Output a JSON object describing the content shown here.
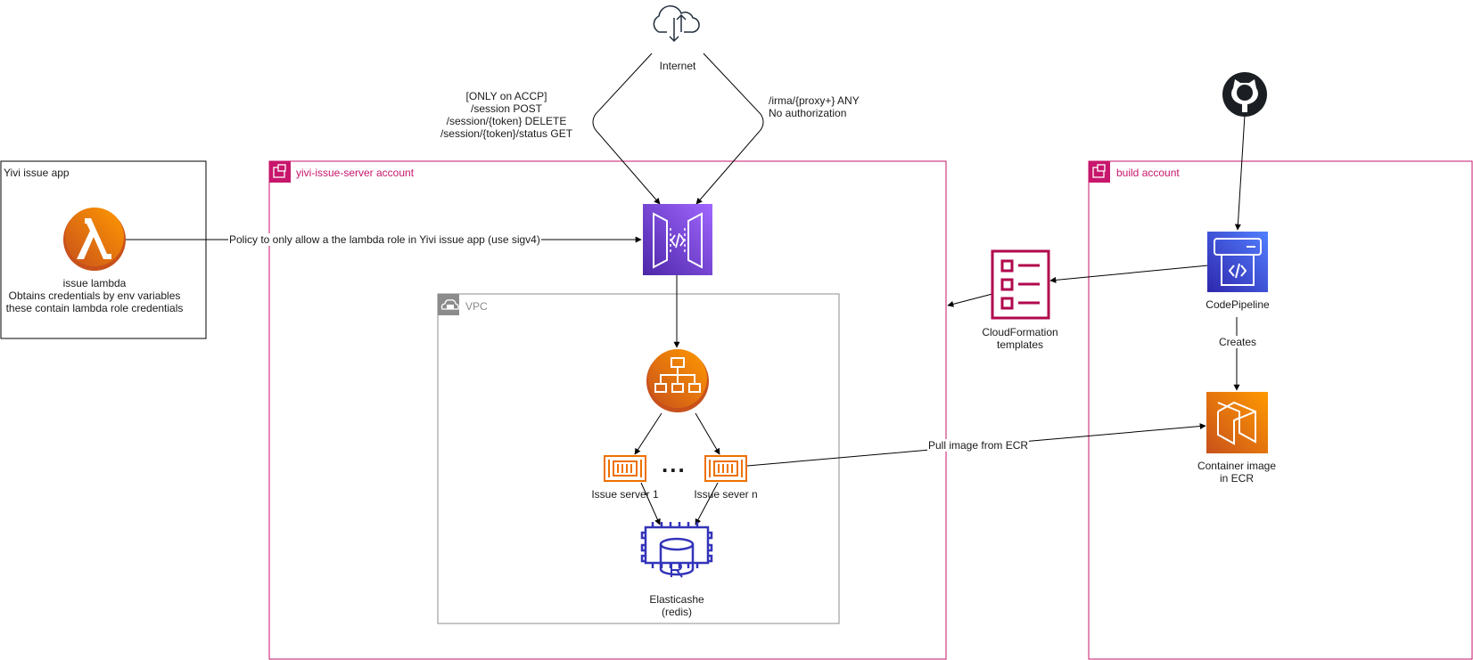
{
  "internet": {
    "label": "Internet",
    "icon": "internet-cloud-icon"
  },
  "left_route": {
    "lines": [
      "[ONLY on ACCP]",
      "/session POST",
      "/session/{token} DELETE",
      "/session/{token}/status GET"
    ]
  },
  "right_route": {
    "lines": [
      "/irma/{proxy+} ANY",
      "No authorization"
    ]
  },
  "issue_app": {
    "title": "Yivi issue app",
    "lambda_lines": [
      "issue lambda",
      "Obtains credentials by env variables",
      "these contain lambda role credentials"
    ]
  },
  "policy_edge": {
    "label": "Policy to only allow a the lambda role in Yivi issue app (use sigv4)"
  },
  "server_account": {
    "title": "yivi-issue-server account"
  },
  "vpc": {
    "title": "VPC"
  },
  "servers": {
    "server1": "Issue server 1",
    "ellipsis": "...",
    "server_n": "Issue sever n"
  },
  "cache": {
    "lines": [
      "Elasticashe",
      "(redis)"
    ]
  },
  "cloudformation": {
    "lines": [
      "CloudFormation",
      "templates"
    ]
  },
  "build_account": {
    "title": "build account",
    "codepipeline": "CodePipeline",
    "creates": "Creates",
    "ecr_lines": [
      "Container image",
      "in ECR"
    ]
  },
  "ecr_edge": {
    "label": "Pull image from ECR"
  },
  "colors": {
    "account": "#c7166b",
    "vpc": "#8c8c8c",
    "api_gateway": "#7b46e0",
    "compute": "#ed7100",
    "database": "#3334b9",
    "codepipeline": "#4154e8",
    "cloudformation": "#b0084d"
  }
}
